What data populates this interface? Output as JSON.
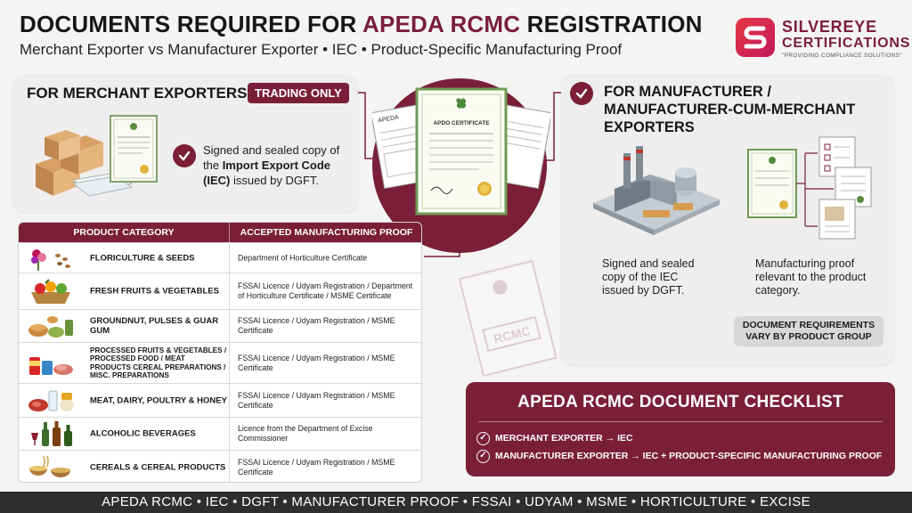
{
  "header": {
    "title_prefix": "DOCUMENTS REQUIRED FOR ",
    "title_accent": "APEDA RCMC",
    "title_suffix": " REGISTRATION",
    "subtitle": "Merchant Exporter vs Manufacturer Exporter • IEC • Product-Specific Manufacturing Proof"
  },
  "brand": {
    "name_line1": "SILVEREYE",
    "name_line2": "CERTIFICATIONS",
    "tagline": "\"PROVIDING COMPLIANCE SOLUTIONS\"",
    "logo_icon": "s-logo-icon"
  },
  "merchant": {
    "title": "FOR MERCHANT EXPORTERS",
    "badge": "TRADING ONLY",
    "text_before": "Signed and sealed copy of the ",
    "text_bold": "Import Export Code (IEC)",
    "text_after": " issued by DGFT.",
    "illustration_icon": "boxes-certificate-icon"
  },
  "center_certificate": {
    "title": "APDO CERTIFICATE",
    "side_doc_label": "APEDA",
    "illustration_icon": "certificate-icon"
  },
  "table": {
    "header_category": "PRODUCT CATEGORY",
    "header_proof": "ACCEPTED MANUFACTURING PROOF",
    "rows": [
      {
        "category": "FLORICULTURE & SEEDS",
        "proof": "Department of Horticulture Certificate",
        "icon": "flower-seeds-icon"
      },
      {
        "category": "FRESH FRUITS & VEGETABLES",
        "proof": "FSSAI Licence / Udyam Registration / Department of Horticulture Certificate / MSME Certificate",
        "icon": "fruit-basket-icon"
      },
      {
        "category": "GROUNDNUT, PULSES & GUAR GUM",
        "proof": "FSSAI Licence / Udyam Registration / MSME Certificate",
        "icon": "pulses-icon"
      },
      {
        "category": "PROCESSED FRUITS & VEGETABLES / PROCESSED FOOD / MEAT PRODUCTS CEREAL PREPARATIONS / MISC. PREPARATIONS",
        "proof": "FSSAI Licence / Udyam Registration / MSME Certificate",
        "icon": "processed-food-icon"
      },
      {
        "category": "MEAT, DAIRY, POULTRY & HONEY",
        "proof": "FSSAI Licence / Udyam Registration / MSME Certificate",
        "icon": "meat-dairy-icon"
      },
      {
        "category": "ALCOHOLIC BEVERAGES",
        "proof": "Licence from the Department of Excise Commissioner",
        "icon": "bottles-icon"
      },
      {
        "category": "CEREALS & CEREAL PRODUCTS",
        "proof": "FSSAI Licence / Udyam Registration / MSME Certificate",
        "icon": "cereal-bowls-icon"
      }
    ]
  },
  "manufacturer": {
    "title": "FOR MANUFACTURER / MANUFACTURER-CUM-MERCHANT EXPORTERS",
    "left_text": "Signed and sealed copy of the IEC issued by DGFT.",
    "right_text": "Manufacturing proof relevant to the product category.",
    "requirement_note": "DOCUMENT REQUIREMENTS VARY BY PRODUCT GROUP",
    "illustration_icon": "factory-icon"
  },
  "watermark": {
    "text": "RCMC"
  },
  "checklist": {
    "title": "APEDA RCMC DOCUMENT CHECKLIST",
    "items": [
      "MERCHANT EXPORTER → IEC",
      "MANUFACTURER EXPORTER → IEC + PRODUCT-SPECIFIC MANUFACTURING PROOF"
    ]
  },
  "footer": {
    "text": "APEDA RCMC • IEC • DGFT • MANUFACTURER PROOF • FSSAI • UDYAM • MSME • HORTICULTURE • EXCISE"
  },
  "colors": {
    "brand_maroon": "#7a1e3a",
    "logo_red": "#e63946",
    "logo_pink": "#c2185b",
    "panel_bg": "#efeeee",
    "footer_bg": "#2e2e2e"
  }
}
